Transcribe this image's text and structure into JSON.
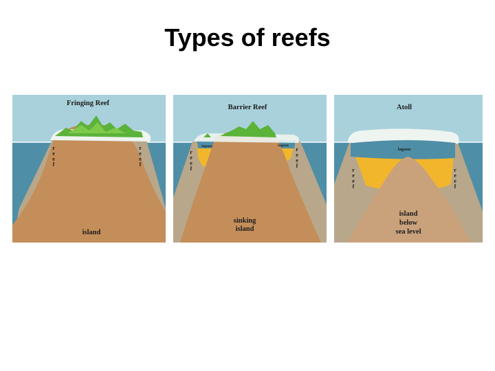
{
  "title": "Types of reefs",
  "colors": {
    "sky": "#a9d1dc",
    "sea": "#4f8ea7",
    "sand": "#c48e5a",
    "reef": "#b8a78a",
    "lagoon_water": "#4f8ea7",
    "lagoon_fill": "#f2b62c",
    "vegetation": "#5bb33a",
    "foam": "#eef4f0"
  },
  "panels": [
    {
      "heading": "Fringing Reef",
      "reef_label": [
        "r",
        "e",
        "e",
        "f"
      ],
      "island_label": [
        "island"
      ]
    },
    {
      "heading": "Barrier Reef",
      "reef_label": [
        "r",
        "e",
        "e",
        "f"
      ],
      "lagoon_label": "lagoon",
      "island_label": [
        "sinking",
        "island"
      ]
    },
    {
      "heading": "Atoll",
      "reef_label": [
        "r",
        "e",
        "e",
        "f"
      ],
      "lagoon_label": "lagoon",
      "island_label": [
        "island",
        "below",
        "sea level"
      ]
    }
  ]
}
